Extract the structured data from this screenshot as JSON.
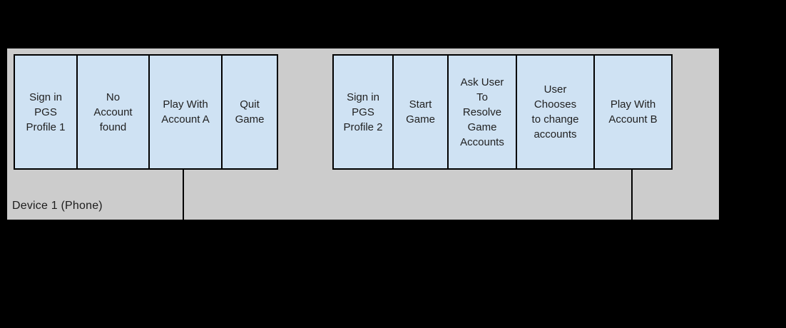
{
  "colors": {
    "background": "#000000",
    "lane_fill": "#cccccc",
    "box_fill": "#cfe2f3",
    "border": "#000000",
    "text": "#212121"
  },
  "lane": {
    "label": "Device 1 (Phone)"
  },
  "groups": [
    {
      "name": "profile-1-flow",
      "boxes": [
        {
          "label": "Sign in\nPGS\nProfile 1"
        },
        {
          "label": "No\nAccount\nfound"
        },
        {
          "label": "Play With\nAccount A"
        },
        {
          "label": "Quit\nGame"
        }
      ]
    },
    {
      "name": "profile-2-flow",
      "boxes": [
        {
          "label": "Sign in\nPGS\nProfile 2"
        },
        {
          "label": "Start\nGame"
        },
        {
          "label": "Ask User\nTo\nResolve\nGame\nAccounts"
        },
        {
          "label": "User\nChooses\nto change\naccounts"
        },
        {
          "label": "Play With\nAccount B"
        }
      ]
    }
  ],
  "connectors": [
    {
      "from": "Play With Account A"
    },
    {
      "from": "Play With Account B"
    }
  ]
}
